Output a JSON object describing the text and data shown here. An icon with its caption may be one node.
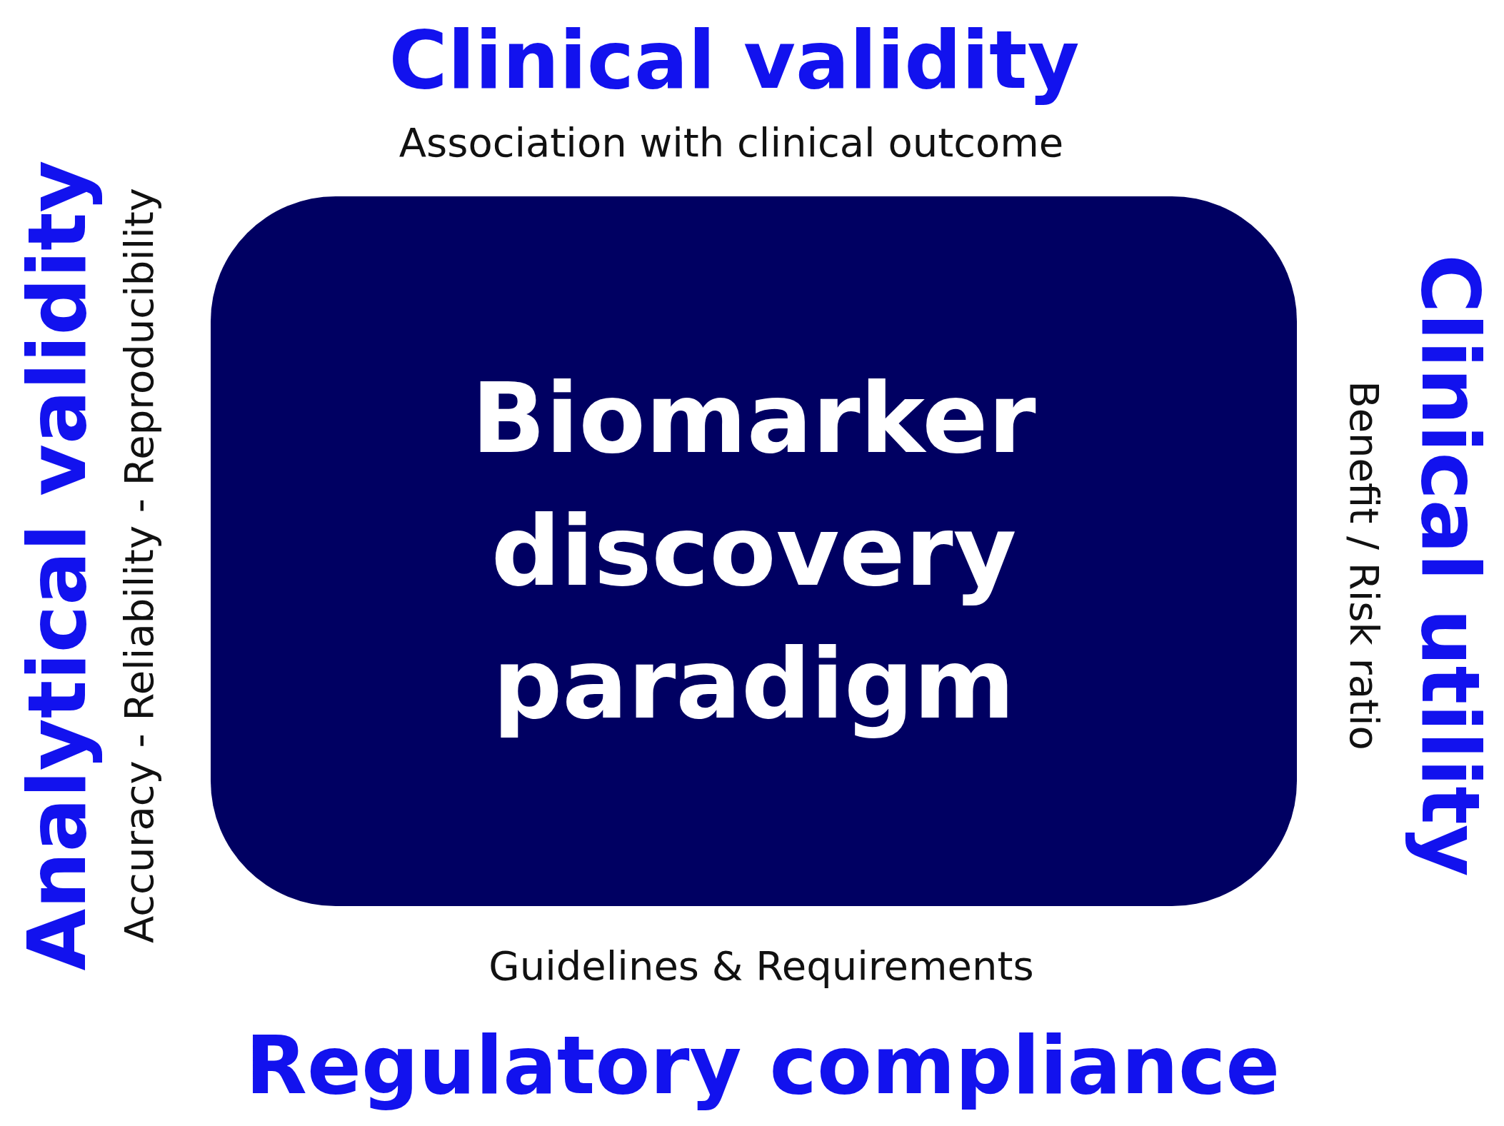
{
  "diagram": {
    "nodes": [
      {
        "text": [
          "Biomarker discovery paradigm"
        ]
      }
    ],
    "labels": [
      "Clinical validity",
      "Association with clinical outcome",
      "Analytical validity",
      "Accuracy - Reliability - Reproducibility",
      "Benefit / Risk ratio",
      "Clinical utility",
      "Guidelines & Requirements",
      "Regulatory compliance"
    ]
  }
}
